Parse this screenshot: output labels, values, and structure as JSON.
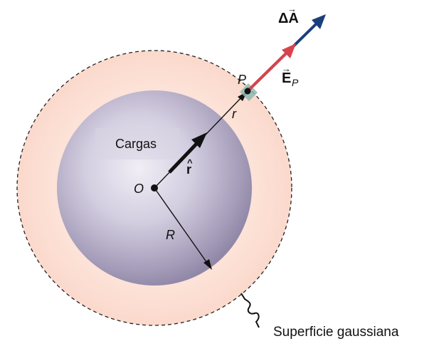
{
  "labels": {
    "delta_a": "ΔA",
    "delta_a_vec": "→",
    "e_p_main": "E",
    "e_p_sub": "P",
    "e_p_vec": "→",
    "point_p": "P",
    "small_r": "r",
    "cargas": "Cargas",
    "r_hat": "r",
    "r_hat_mark": "^",
    "origin": "O",
    "big_r": "R",
    "gaussian": "Superficie gaussiana"
  },
  "colors": {
    "gaussian_fill": "#fde4d9",
    "sphere_center": "#e8e4ef",
    "sphere_edge": "#8f87a6",
    "e_arrow": "#d9434b",
    "da_arrow": "#1a3f7a",
    "patch": "#8fb8b0",
    "ink": "#111111"
  }
}
